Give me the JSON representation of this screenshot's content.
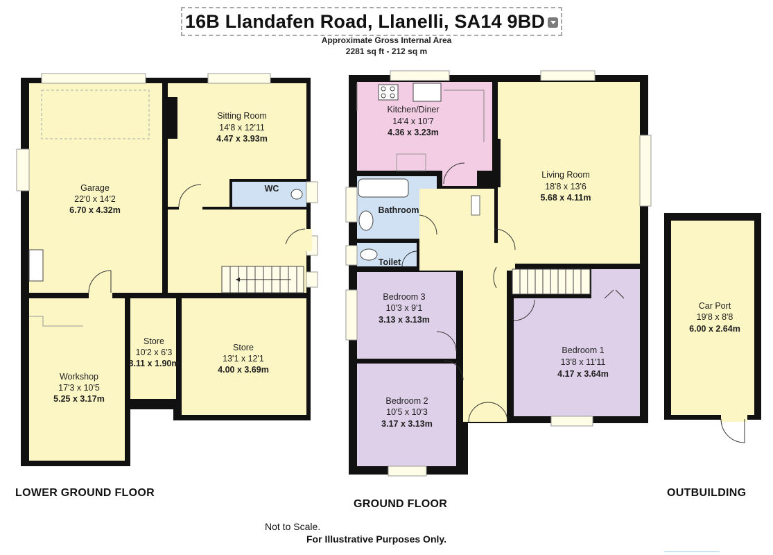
{
  "header": {
    "address": "16B Llandafen Road, Llanelli, SA14 9BD",
    "area_caption": "Approximate Gross Internal Area",
    "area_value": "2281 sq ft - 212 sq m"
  },
  "floors": {
    "lower": "LOWER GROUND FLOOR",
    "ground": "GROUND FLOOR",
    "outbuilding": "OUTBUILDING"
  },
  "rooms": {
    "garage": {
      "name": "Garage",
      "imperial": "22'0 x 14'2",
      "metric": "6.70 x 4.32m"
    },
    "sitting": {
      "name": "Sitting Room",
      "imperial": "14'8 x 12'11",
      "metric": "4.47 x 3.93m"
    },
    "wc": {
      "name": "WC"
    },
    "workshop": {
      "name": "Workshop",
      "imperial": "17'3 x 10'5",
      "metric": "5.25 x 3.17m"
    },
    "store_small": {
      "name": "Store",
      "imperial": "10'2 x 6'3",
      "metric": "3.11 x 1.90m"
    },
    "store_large": {
      "name": "Store",
      "imperial": "13'1 x 12'1",
      "metric": "4.00 x 3.69m"
    },
    "kitchen": {
      "name": "Kitchen/Diner",
      "imperial": "14'4 x 10'7",
      "metric": "4.36 x 3.23m"
    },
    "living": {
      "name": "Living Room",
      "imperial": "18'8 x 13'6",
      "metric": "5.68 x 4.11m"
    },
    "bathroom": {
      "name": "Bathroom"
    },
    "toilet": {
      "name": "Toilet"
    },
    "bed3": {
      "name": "Bedroom 3",
      "imperial": "10'3 x 9'1",
      "metric": "3.13 x 3.13m"
    },
    "bed2": {
      "name": "Bedroom 2",
      "imperial": "10'5 x 10'3",
      "metric": "3.17 x 3.13m"
    },
    "bed1": {
      "name": "Bedroom 1",
      "imperial": "13'8 x 11'11",
      "metric": "4.17 x 3.64m"
    },
    "carport": {
      "name": "Car Port",
      "imperial": "19'8 x 8'8",
      "metric": "6.00 x 2.64m"
    }
  },
  "footer": {
    "scale_note": "Not to Scale.",
    "purpose_note": "For Illustrative Purposes Only."
  },
  "colors": {
    "cream": "#fbf6c4",
    "pink": "#f2cde4",
    "blue": "#cfe1f3",
    "lilac": "#ddd0e8",
    "wall": "#111111"
  }
}
